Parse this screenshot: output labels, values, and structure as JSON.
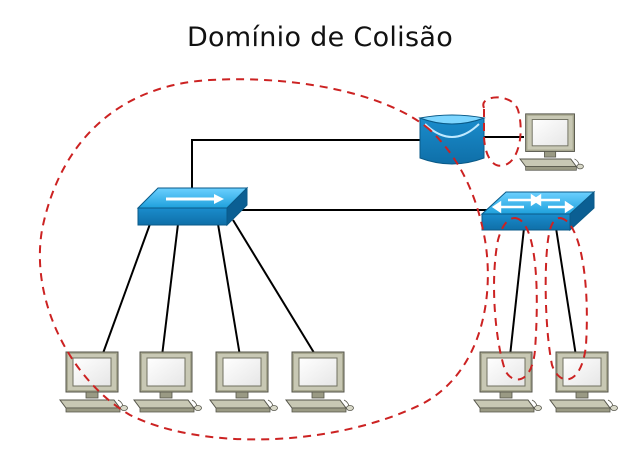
{
  "title": "Domínio de Colisão",
  "colors": {
    "device_blue": "#1ea0dc",
    "device_blue_dark": "#0f6fa8",
    "link": "#000000",
    "collision_domain": "#cc2222",
    "computer_body": "#c8c8b4",
    "computer_screen": "#ffffff"
  },
  "nodes": [
    {
      "id": "hub",
      "kind": "hub-icon"
    },
    {
      "id": "bridge",
      "kind": "bridge-icon"
    },
    {
      "id": "switch",
      "kind": "switch-icon"
    },
    {
      "id": "pc-top-right",
      "kind": "computer-icon"
    },
    {
      "id": "pc-hub-1",
      "kind": "computer-icon"
    },
    {
      "id": "pc-hub-2",
      "kind": "computer-icon"
    },
    {
      "id": "pc-hub-3",
      "kind": "computer-icon"
    },
    {
      "id": "pc-hub-4",
      "kind": "computer-icon"
    },
    {
      "id": "pc-switch-1",
      "kind": "computer-icon"
    },
    {
      "id": "pc-switch-2",
      "kind": "computer-icon"
    }
  ],
  "links": [
    [
      "hub",
      "bridge"
    ],
    [
      "hub",
      "switch"
    ],
    [
      "bridge",
      "pc-top-right"
    ],
    [
      "hub",
      "pc-hub-1"
    ],
    [
      "hub",
      "pc-hub-2"
    ],
    [
      "hub",
      "pc-hub-3"
    ],
    [
      "hub",
      "pc-hub-4"
    ],
    [
      "switch",
      "pc-switch-1"
    ],
    [
      "switch",
      "pc-switch-2"
    ]
  ],
  "collision_domains": [
    {
      "id": "hub-domain"
    },
    {
      "id": "bridge-pc-domain"
    },
    {
      "id": "switch-pc1-domain"
    },
    {
      "id": "switch-pc2-domain"
    }
  ]
}
